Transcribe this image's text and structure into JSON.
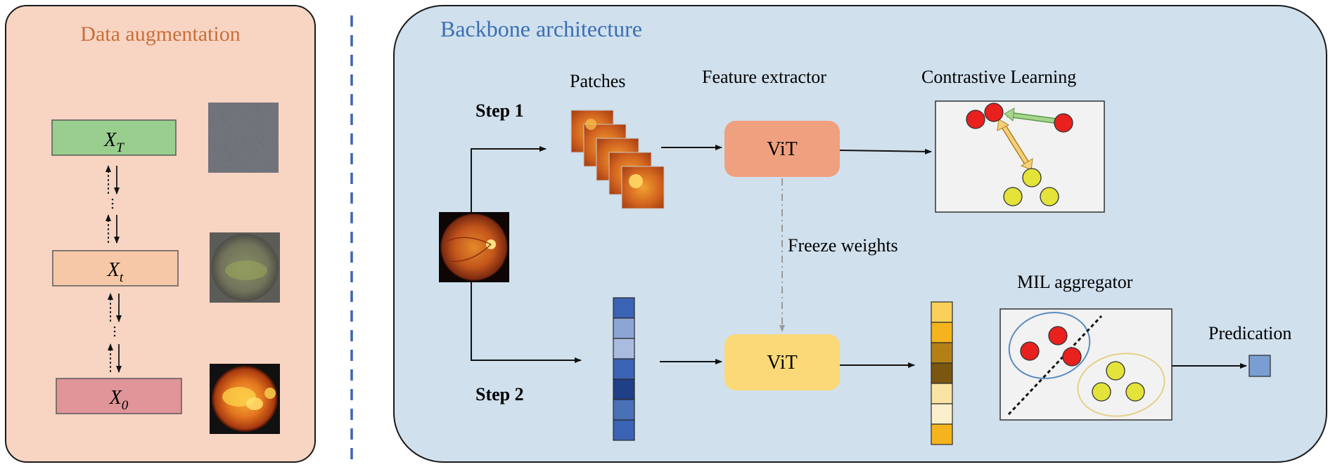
{
  "left_panel": {
    "title": "Data augmentation",
    "labels": [
      {
        "base": "X",
        "sub": "T"
      },
      {
        "base": "X",
        "sub": "t"
      },
      {
        "base": "X",
        "sub": "0"
      }
    ]
  },
  "right_panel": {
    "title": "Backbone architecture",
    "step1": "Step 1",
    "step2": "Step 2",
    "patches": "Patches",
    "feature_extractor": "Feature extractor",
    "vit_top": "ViT",
    "vit_bottom": "ViT",
    "freeze": "Freeze weights",
    "contrastive": "Contrastive Learning",
    "mil": "MIL aggregator",
    "prediction": "Predication"
  },
  "colors": {
    "left_bg": "#f8d4c3",
    "right_bg": "#d0e0ed",
    "title_left": "#c86f3a",
    "title_right": "#3b6fb3",
    "box_T": "#99ce8f",
    "box_t": "#f6c8a8",
    "box_0": "#e09598",
    "vit_top": "#efa07e",
    "vit_bottom": "#fbd978",
    "red_dot": "#e8201e",
    "yellow_dot": "#e3e33a",
    "pred_square": "#7a9ed1"
  },
  "vector_left_colors": [
    "#3b63b3",
    "#8ca5d4",
    "#a9bce0",
    "#3b63b3",
    "#1f3f86",
    "#4a70b8",
    "#3b63b3"
  ],
  "vector_right_colors": [
    "#fad05a",
    "#f5b31d",
    "#b38018",
    "#7a5610",
    "#f9e4a4",
    "#fbf0cb",
    "#f5b41e"
  ]
}
